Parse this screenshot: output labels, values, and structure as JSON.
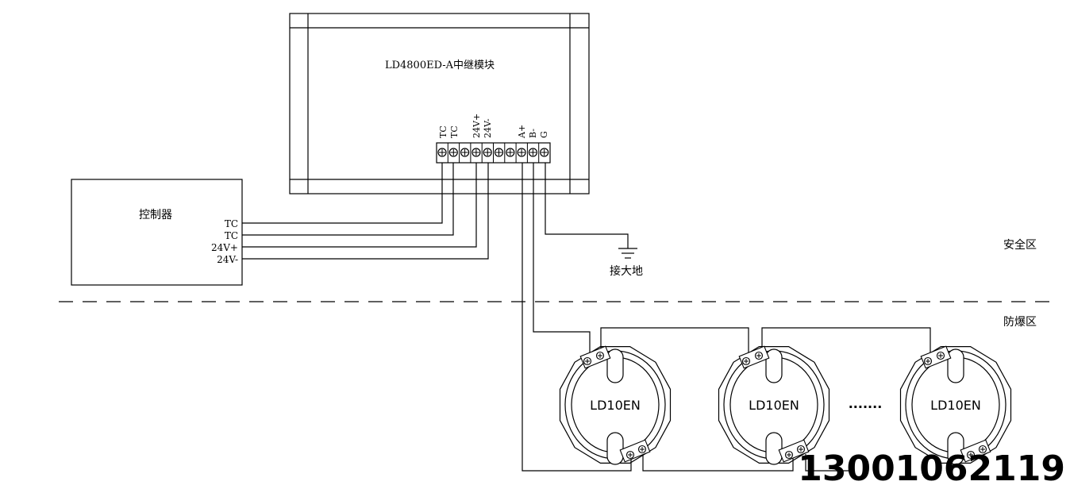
{
  "module": {
    "title": "LD4800ED-A中继模块",
    "terminals": [
      "TC",
      "TC",
      "24V+",
      "24V-",
      "A+",
      "B-",
      "G"
    ]
  },
  "controller": {
    "title": "控制器",
    "terminals": [
      "TC",
      "TC",
      "24V+",
      "24V-"
    ]
  },
  "ground": {
    "label": "接大地"
  },
  "zones": {
    "safe": "安全区",
    "explosion": "防爆区"
  },
  "detectors": {
    "label": "LD10EN",
    "ellipsis": "·······"
  },
  "phone": "13001062119"
}
